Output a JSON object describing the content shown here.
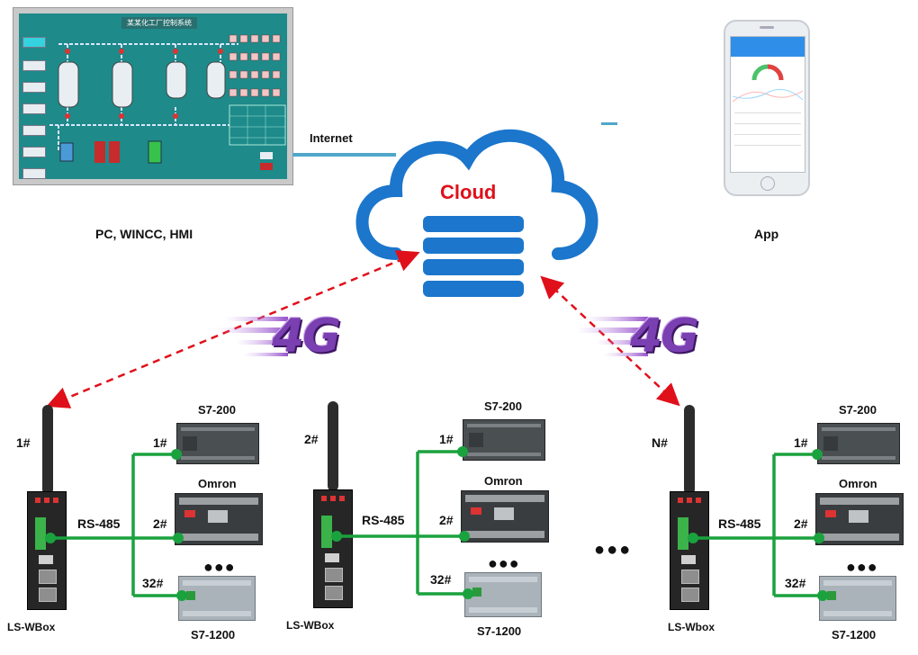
{
  "hmi": {
    "title": "某某化工厂控制系统",
    "caption": "PC, WINCC, HMI"
  },
  "app": {
    "caption": "App"
  },
  "cloud": {
    "label": "Cloud",
    "link_label": "Internet"
  },
  "wireless": {
    "left_label": "4G",
    "right_label": "4G"
  },
  "colors": {
    "cloud_blue": "#1b76cc",
    "bus_green": "#1aa23e",
    "arrow_red": "#e0101a",
    "hmi_teal": "#1e8a8a"
  },
  "groups": [
    {
      "box_number": "1#",
      "box_name": "LS-WBox",
      "bus_label": "RS-485",
      "plc_top_name": "S7-200",
      "plc_mid_name": "Omron",
      "plc_bottom_name": "S7-1200",
      "addr_top": "1#",
      "addr_mid": "2#",
      "addr_bottom": "32#"
    },
    {
      "box_number": "2#",
      "box_name": "LS-WBox",
      "bus_label": "RS-485",
      "plc_top_name": "S7-200",
      "plc_mid_name": "Omron",
      "plc_bottom_name": "S7-1200",
      "addr_top": "1#",
      "addr_mid": "2#",
      "addr_bottom": "32#"
    },
    {
      "box_number": "N#",
      "box_name": "LS-Wbox",
      "bus_label": "RS-485",
      "plc_top_name": "S7-200",
      "plc_mid_name": "Omron",
      "plc_bottom_name": "S7-1200",
      "addr_top": "1#",
      "addr_mid": "2#",
      "addr_bottom": "32#"
    }
  ],
  "ellipsis": "●●●"
}
